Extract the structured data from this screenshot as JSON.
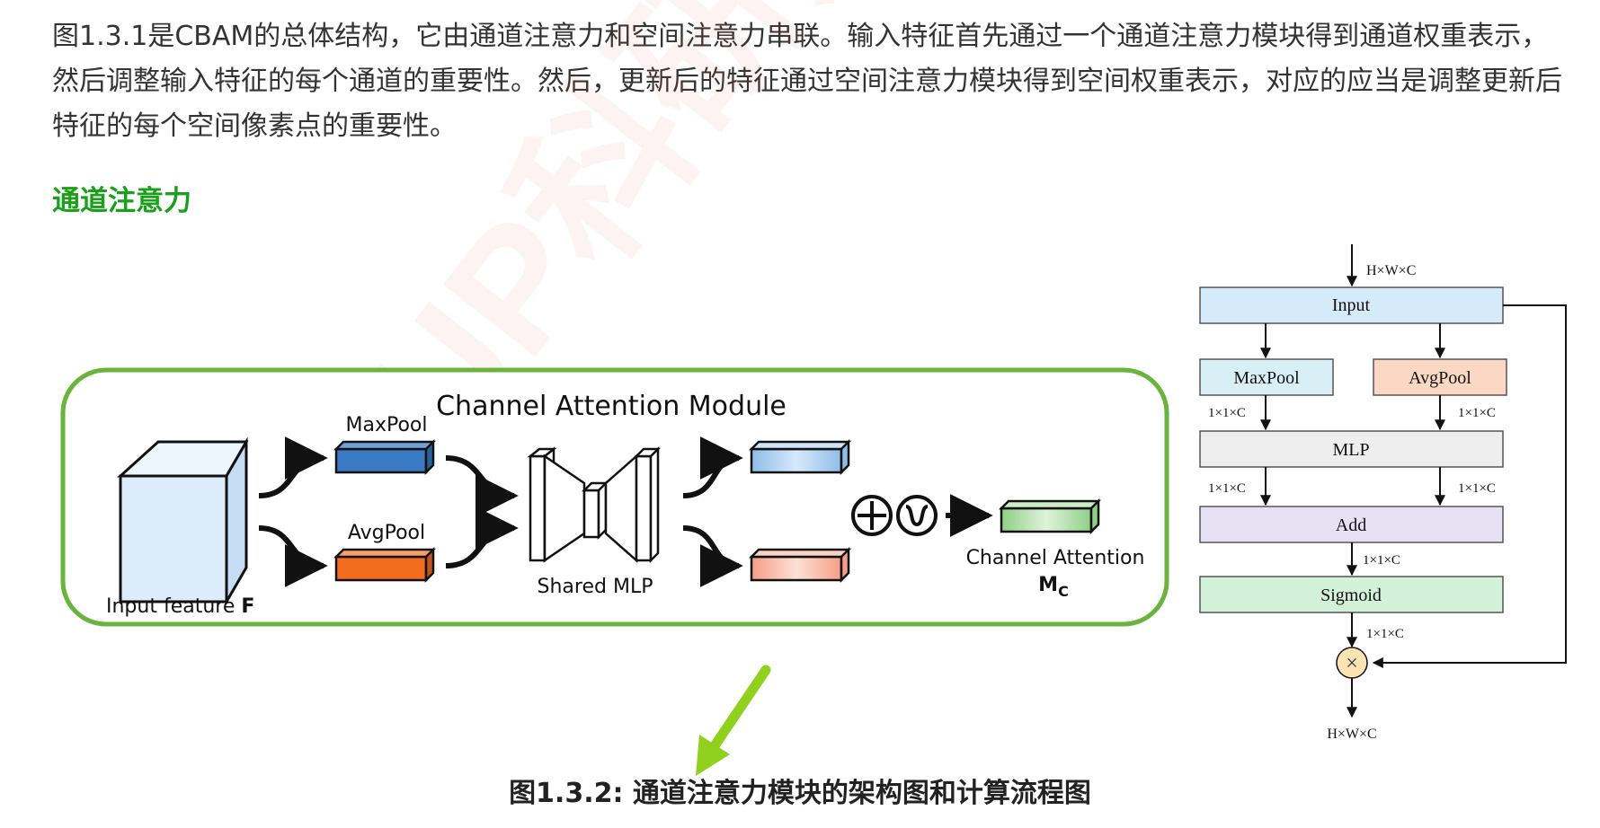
{
  "paragraph": "图1.3.1是CBAM的总体结构，它由通道注意力和空间注意力串联。输入特征首先通过一个通道注意力模块得到通道权重表示，然后调整输入特征的每个通道的重要性。然后，更新后的特征通过空间注意力模块得到空间权重表示，对应的应当是调整更新后特征的每个空间像素点的重要性。",
  "section_heading": "通道注意力",
  "watermark": "UP科研力",
  "channel_attention_diagram": {
    "title": "Channel Attention Module",
    "maxpool_label": "MaxPool",
    "avgpool_label": "AvgPool",
    "input_label_prefix": "Input feature ",
    "input_label_symbol": "F",
    "shared_mlp_label": "Shared MLP",
    "output_label": "Channel Attention",
    "output_symbol": "M",
    "output_subscript": "C",
    "plus_symbol": "⊕",
    "colors": {
      "border": "#6ab33d",
      "cube": "#dcecfb",
      "maxpool": "#3a7ac4",
      "avgpool": "#f36d21",
      "max_output": "#a9cdf0",
      "avg_output": "#f7b19c",
      "channel_attention": "#a9d8a0"
    }
  },
  "flowchart": {
    "input_dim": "H×W×C",
    "input_label": "Input",
    "maxpool_label": "MaxPool",
    "avgpool_label": "AvgPool",
    "dim_left_1": "1×1×C",
    "dim_right_1": "1×1×C",
    "mlp_label": "MLP",
    "dim_left_2": "1×1×C",
    "dim_right_2": "1×1×C",
    "add_label": "Add",
    "dim_add": "1×1×C",
    "sigmoid_label": "Sigmoid",
    "dim_sigmoid": "1×1×C",
    "multiply_symbol": "×",
    "output_dim": "H×W×C",
    "colors": {
      "input": "#d6ebfa",
      "maxpool": "#d8eff5",
      "avgpool": "#fbd8c3",
      "mlp": "#eeeeee",
      "add": "#e6e0f3",
      "sigmoid": "#d3f0d9",
      "multiply": "#fbe4b2"
    }
  },
  "caption": "图1.3.2: 通道注意力模块的架构图和计算流程图",
  "arrow_color": "#8fd11d"
}
